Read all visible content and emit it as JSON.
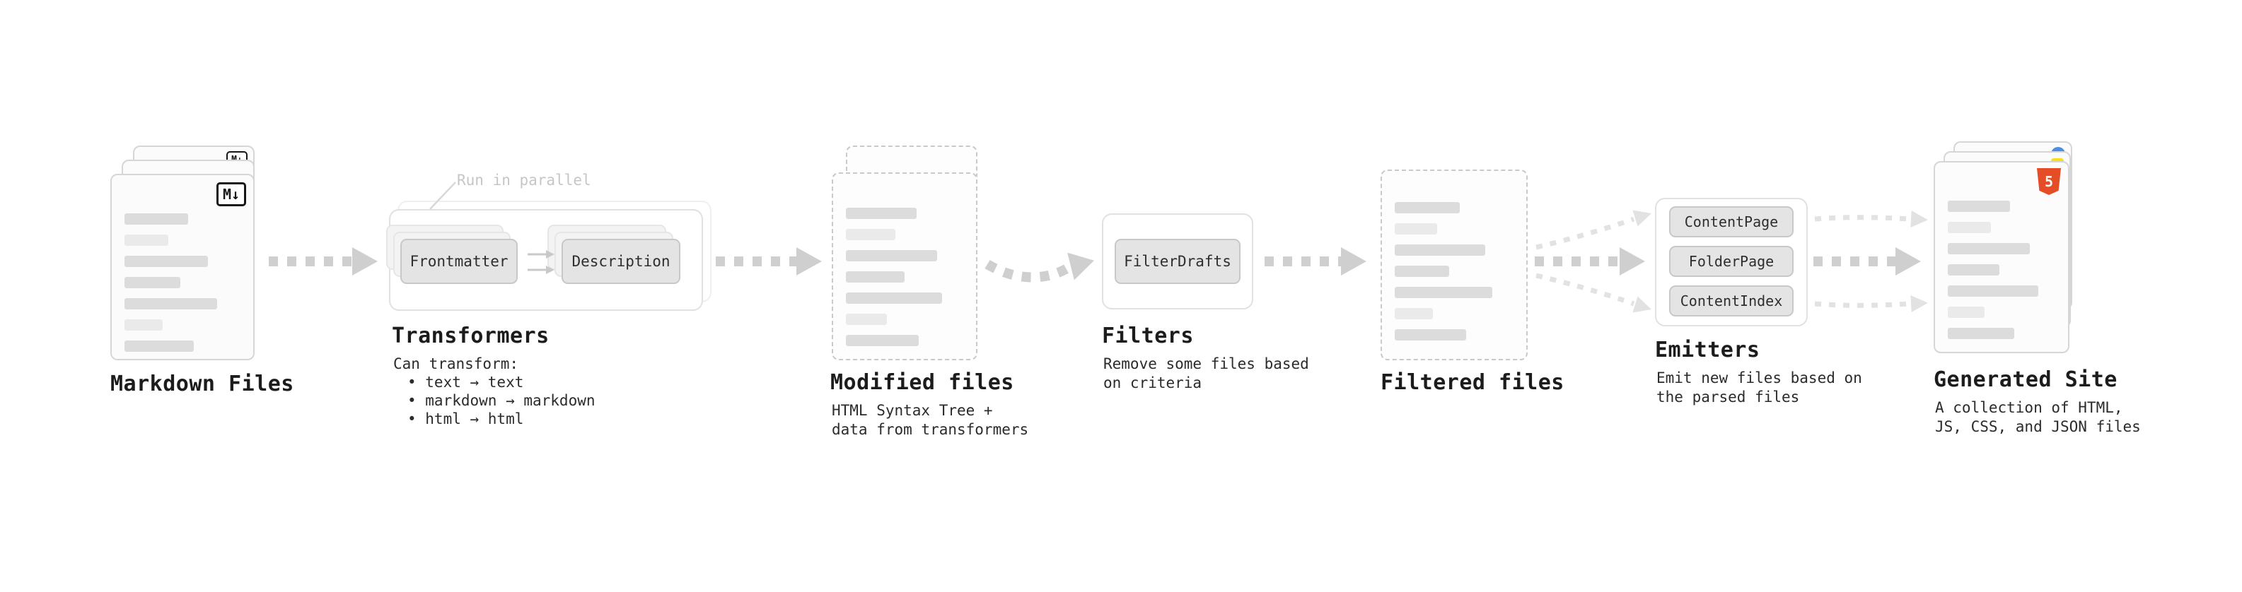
{
  "colors": {
    "arrow": "#cfcfcf",
    "arrow_light": "#e2e2e2",
    "chip_bg": "#e4e4e4",
    "heading_text": "#1c1c1c",
    "html5_badge": "#e44d26",
    "js_badge": "#f7df1e",
    "dot_badge_blue": "#4a8fe2"
  },
  "markdown_files": {
    "heading": "Markdown Files",
    "badge": "M↓"
  },
  "transformers": {
    "heading": "Transformers",
    "parallel_note": "Run in parallel",
    "chip_frontmatter": "Frontmatter",
    "chip_description": "Description",
    "sub_intro": "Can transform:",
    "sub_items": [
      "• text → text",
      "• markdown → markdown",
      "• html → html"
    ]
  },
  "modified_files": {
    "heading": "Modified files",
    "sub": "HTML Syntax Tree +\ndata from transformers"
  },
  "filters": {
    "heading": "Filters",
    "chip": "FilterDrafts",
    "sub": "Remove some files based\non criteria"
  },
  "filtered_files": {
    "heading": "Filtered files"
  },
  "emitters": {
    "heading": "Emitters",
    "chips": [
      "ContentPage",
      "FolderPage",
      "ContentIndex"
    ],
    "sub": "Emit new files based on\nthe parsed files"
  },
  "generated_site": {
    "heading": "Generated Site",
    "badge_html5": "5",
    "sub": "A collection of HTML,\nJS, CSS, and JSON files"
  }
}
